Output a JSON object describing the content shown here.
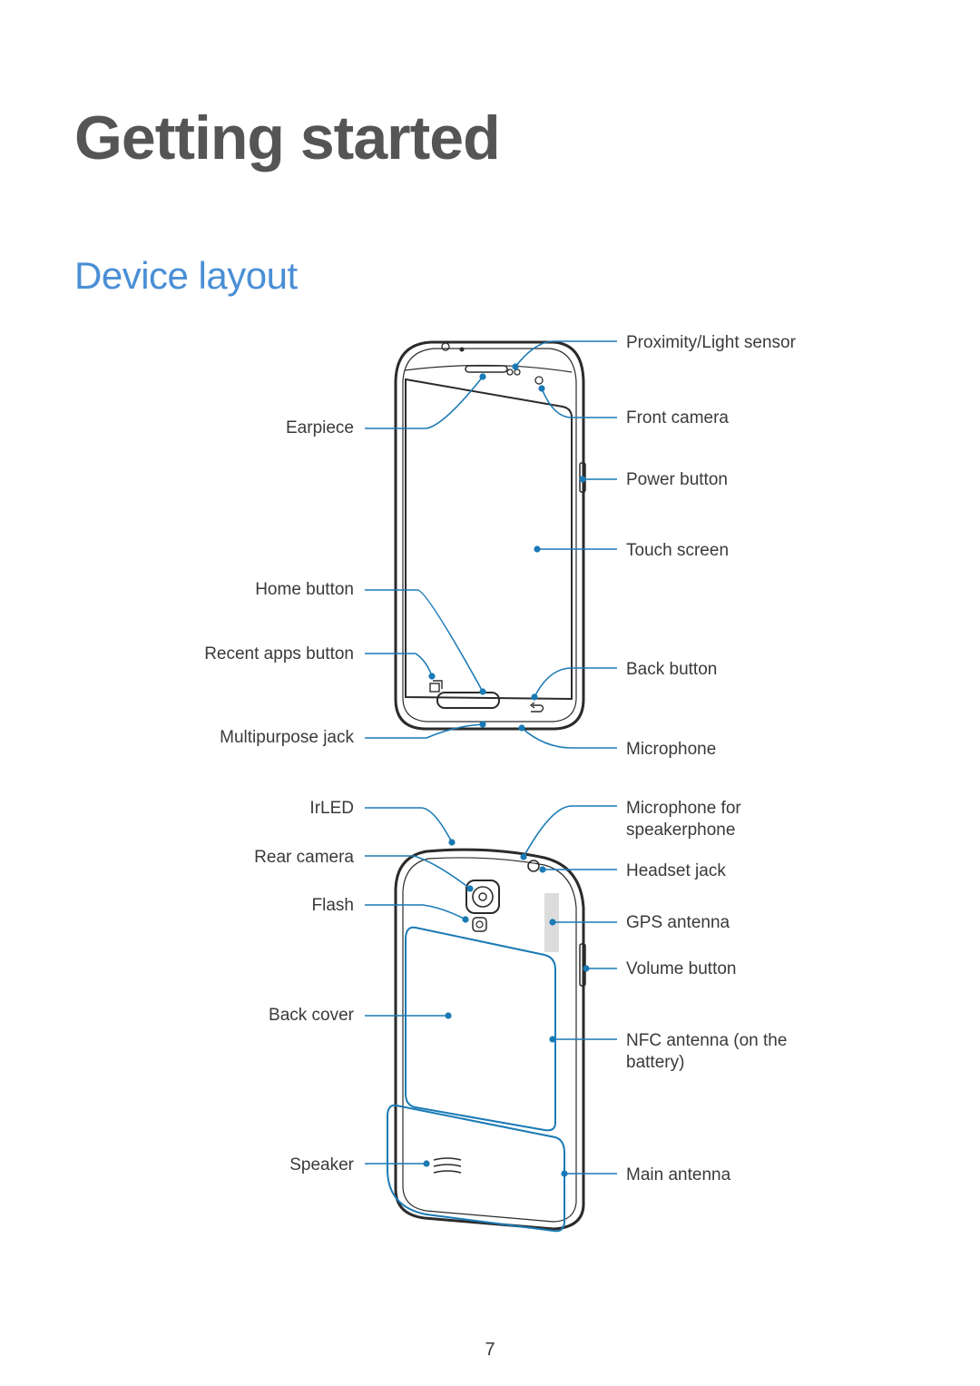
{
  "page": {
    "title": "Getting started",
    "section_title": "Device layout",
    "page_number": "7"
  },
  "front_labels": {
    "proximity_sensor": "Proximity/Light sensor",
    "front_camera": "Front camera",
    "power_button": "Power button",
    "touch_screen": "Touch screen",
    "back_button": "Back button",
    "microphone": "Microphone",
    "earpiece": "Earpiece",
    "home_button": "Home button",
    "recent_apps_button": "Recent apps button",
    "multipurpose_jack": "Multipurpose jack"
  },
  "back_labels": {
    "irled": "IrLED",
    "rear_camera": "Rear camera",
    "flash": "Flash",
    "back_cover": "Back cover",
    "speaker": "Speaker",
    "mic_speakerphone_line1": "Microphone for",
    "mic_speakerphone_line2": "speakerphone",
    "headset_jack": "Headset jack",
    "gps_antenna": "GPS antenna",
    "volume_button": "Volume button",
    "nfc_antenna_line1": "NFC antenna (on the",
    "nfc_antenna_line2": "battery)",
    "main_antenna": "Main antenna"
  },
  "colors": {
    "title": "#555555",
    "section_title": "#4a8fd6",
    "callout_blue": "#1a7ab5",
    "device_outline": "#2b2b2b",
    "antenna_area": "#dcdcdc"
  }
}
